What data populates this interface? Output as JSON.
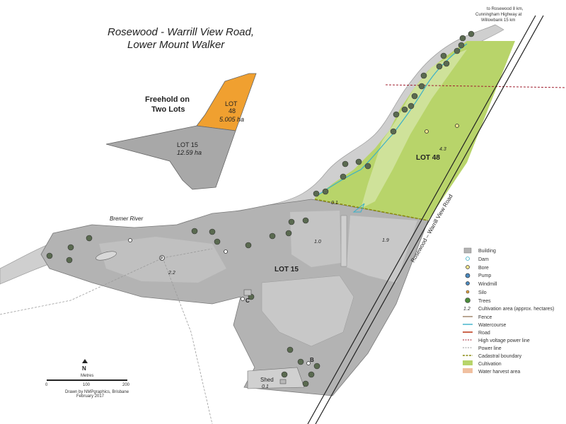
{
  "title_line1": "Rosewood - Warrill View Road,",
  "title_line2": "Lower Mount Walker",
  "inset": {
    "heading_line1": "Freehold on",
    "heading_line2": "Two Lots",
    "lot48_name": "LOT",
    "lot48_num": "48",
    "lot48_area": "5.005 ha",
    "lot15_name": "LOT 15",
    "lot15_area": "12.59 ha",
    "colors": {
      "lot48": "#f0a030",
      "lot15": "#a8a8a8"
    }
  },
  "road_note": {
    "line1": "to Rosewood 8 km,",
    "line2": "Cunningham Highway at",
    "line3": "Willowbank 15 km"
  },
  "labels": {
    "bremer_river": "Bremer River",
    "lot48": "LOT 48",
    "lot15": "LOT 15",
    "road": "Rosewood – Warrill View Road",
    "shed": "Shed",
    "marker_c": "C",
    "marker_b": "B"
  },
  "cultivation_areas": {
    "lot48_main": "4.3",
    "lot48_strip": "0.1",
    "lot15_east": "1.9",
    "lot15_mid": "1.0",
    "lot15_west": "2.2",
    "shed_area": "0.1"
  },
  "legend": [
    {
      "key": "building",
      "label": "Building"
    },
    {
      "key": "dam",
      "label": "Dam"
    },
    {
      "key": "bore",
      "label": "Bore"
    },
    {
      "key": "pump",
      "label": "Pump"
    },
    {
      "key": "windmill",
      "label": "Windmill"
    },
    {
      "key": "silo",
      "label": "Silo"
    },
    {
      "key": "trees",
      "label": "Trees"
    },
    {
      "key": "cultivation-area",
      "label": "Cultivation area (approx. hectares)",
      "sample": "1.2"
    },
    {
      "key": "fence",
      "label": "Fence"
    },
    {
      "key": "watercourse",
      "label": "Watercourse"
    },
    {
      "key": "road",
      "label": "Road"
    },
    {
      "key": "hv-power-line",
      "label": "High voltage power line"
    },
    {
      "key": "power-line",
      "label": "Power line"
    },
    {
      "key": "cadastral-boundary",
      "label": "Cadastral boundary"
    },
    {
      "key": "cultivation",
      "label": "Cultivation"
    },
    {
      "key": "water-harvest",
      "label": "Water harvest area"
    }
  ],
  "scale": {
    "north": "N",
    "unit": "Metres",
    "tick0": "0",
    "tick1": "100",
    "tick2": "200"
  },
  "credit_line1": "Drawn by NMPgraphics, Brisbane",
  "credit_line2": "February 2017",
  "colors": {
    "cultivation": "#b8d46a",
    "lot_grey": "#b3b3b3",
    "watercourse": "#3ab0c8",
    "cadastral": "#8a8a10",
    "hv_power": "#a02030"
  }
}
